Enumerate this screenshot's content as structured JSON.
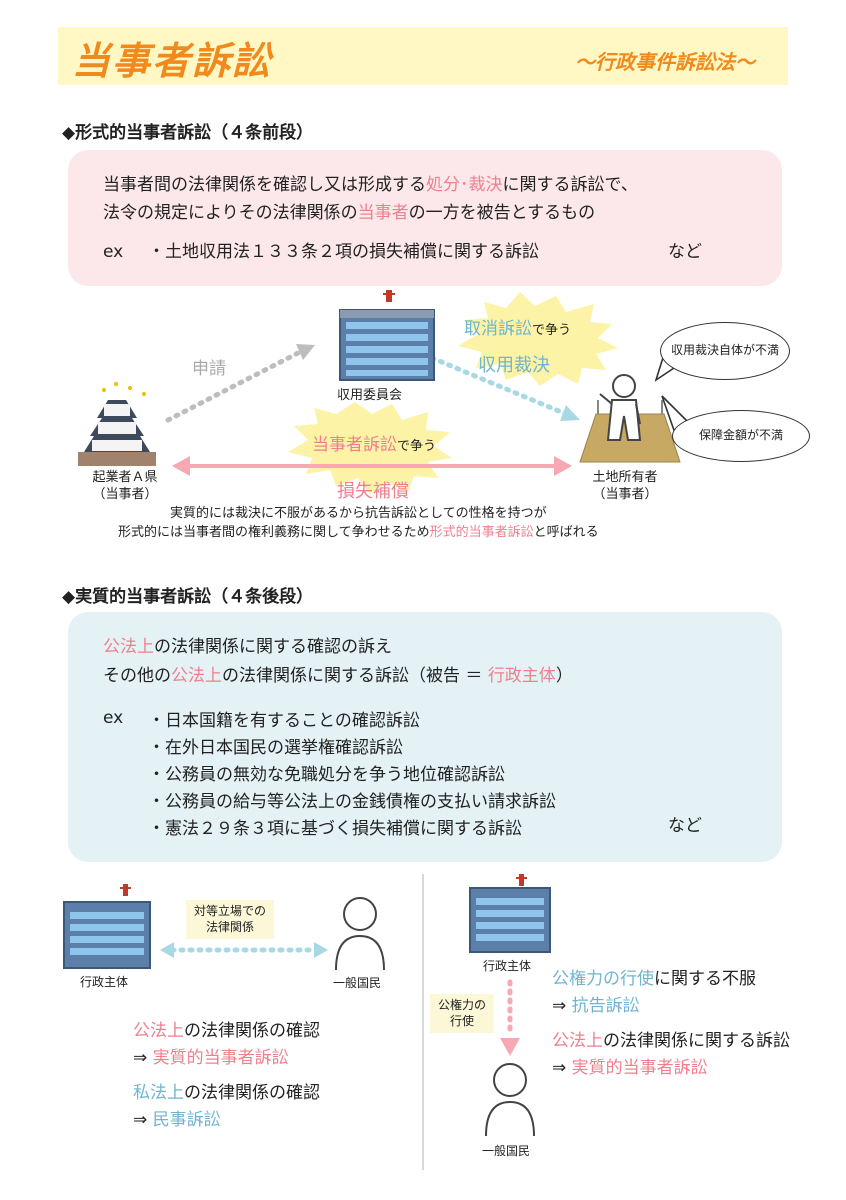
{
  "header": {
    "title": "当事者訴訟",
    "subtitle": "～行政事件訴訟法～"
  },
  "formal": {
    "heading": "◆形式的当事者訴訟（４条前段）",
    "def_line1_a": "当事者間の法律関係を確認し又は形成する",
    "def_line1_hl": "処分･裁決",
    "def_line1_b": "に関する訴訟で、",
    "def_line2_a": "法令の規定によりその法律関係の",
    "def_line2_hl": "当事者",
    "def_line2_b": "の一方を被告とするもの",
    "ex_label": "ex",
    "ex_text": "・土地収用法１３３条２項の損失補償に関する訴訟",
    "ex_nado": "など",
    "diagram": {
      "committee": "収用委員会",
      "applicant_line1": "起業者Ａ県",
      "applicant_line2": "（当事者）",
      "landowner_line1": "土地所有者",
      "landowner_line2": "（当事者）",
      "apply": "申請",
      "torikeshi_hl": "取消訴訟",
      "torikeshi_rest": "で争う",
      "shuyo": "収用裁決",
      "tojisha_hl": "当事者訴訟",
      "tojisha_rest": "で争う",
      "sonshitsu": "損失補償",
      "bubble1": "収用裁決自体が不満",
      "bubble2": "保障金額が不満",
      "note1": "実質的には裁決に不服があるから抗告訴訟としての性格を持つが",
      "note2_a": "形式的には当事者間の権利義務に関して争わせるため",
      "note2_hl": "形式的当事者訴訟",
      "note2_b": "と呼ばれる"
    }
  },
  "substantive": {
    "heading": "◆実質的当事者訴訟（４条後段）",
    "line1_hl": "公法上",
    "line1_rest": "の法律関係に関する確認の訴え",
    "line2_a": "その他の",
    "line2_hl": "公法上",
    "line2_b": "の法律関係に関する訴訟（被告 ＝ ",
    "line2_hl2": "行政主体",
    "line2_c": "）",
    "ex_label": "ex",
    "examples": [
      "・日本国籍を有することの確認訴訟",
      "・在外日本国民の選挙権確認訴訟",
      "・公務員の無効な免職処分を争う地位確認訴訟",
      "・公務員の給与等公法上の金銭債権の支払い請求訴訟",
      "・憲法２９条３項に基づく損失補償に関する訴訟"
    ],
    "ex_nado": "など"
  },
  "left_diagram": {
    "gov": "行政主体",
    "citizen": "一般国民",
    "relation": "対等立場での\n法律関係",
    "r1_hl": "公法上",
    "r1_rest": "の法律関係の確認",
    "r1_arrow": "⇒",
    "r1_result": "実質的当事者訴訟",
    "r2_hl": "私法上",
    "r2_rest": "の法律関係の確認",
    "r2_arrow": "⇒",
    "r2_result": "民事訴訟"
  },
  "right_diagram": {
    "gov": "行政主体",
    "citizen": "一般国民",
    "power": "公権力の\n行使",
    "r1_hl": "公権力の行使",
    "r1_rest": "に関する不服",
    "r1_arrow": "⇒",
    "r1_result": "抗告訴訟",
    "r2_hl": "公法上",
    "r2_rest": "の法律関係に関する訴訟",
    "r2_arrow": "⇒",
    "r2_result": "実質的当事者訴訟"
  },
  "colors": {
    "title": "#f08a1d",
    "pink": "#f07f8e",
    "blue": "#6fb5cf",
    "box_pink": "#fce8eb",
    "box_blue": "#e4f2f5",
    "title_bg": "#fff8c4"
  }
}
